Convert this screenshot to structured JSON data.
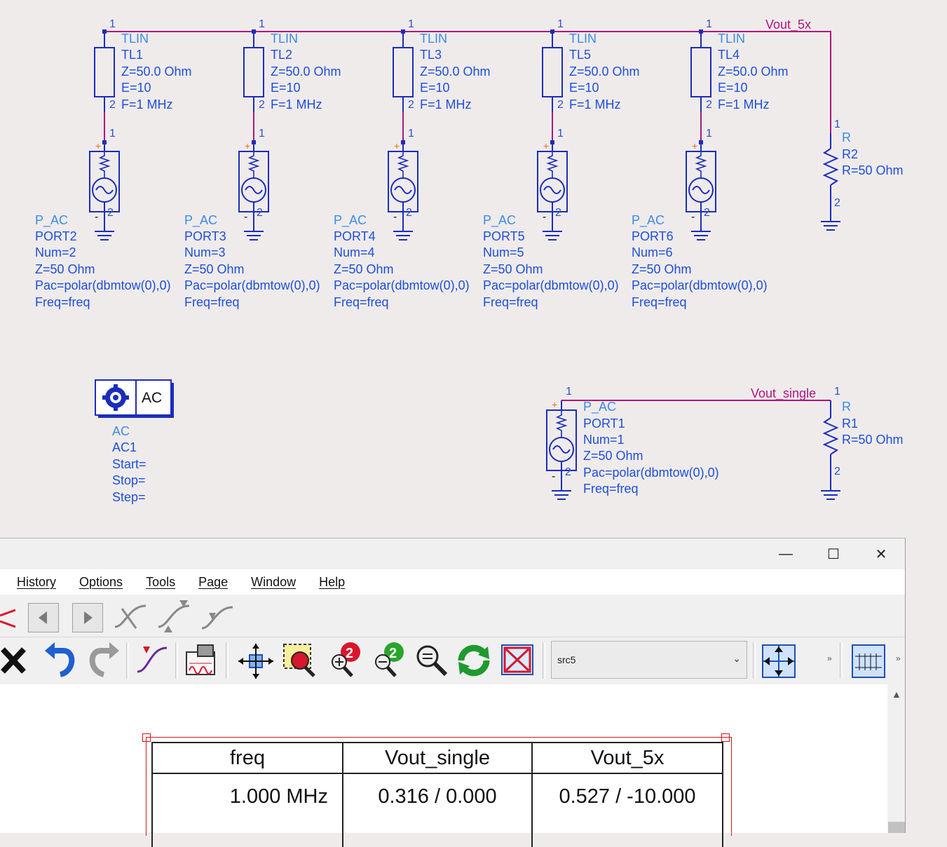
{
  "schematic": {
    "tlines": [
      {
        "type": "TLIN",
        "name": "TL1",
        "z": "Z=50.0 Ohm",
        "e": "E=10",
        "f": "F=1 MHz"
      },
      {
        "type": "TLIN",
        "name": "TL2",
        "z": "Z=50.0 Ohm",
        "e": "E=10",
        "f": "F=1 MHz"
      },
      {
        "type": "TLIN",
        "name": "TL3",
        "z": "Z=50.0 Ohm",
        "e": "E=10",
        "f": "F=1 MHz"
      },
      {
        "type": "TLIN",
        "name": "TL5",
        "z": "Z=50.0 Ohm",
        "e": "E=10",
        "f": "F=1 MHz"
      },
      {
        "type": "TLIN",
        "name": "TL4",
        "z": "Z=50.0 Ohm",
        "e": "E=10",
        "f": "F=1 MHz"
      }
    ],
    "ports": [
      {
        "type": "P_AC",
        "name": "PORT2",
        "num": "Num=2",
        "z": "Z=50 Ohm",
        "pac": "Pac=polar(dbmtow(0),0)",
        "freq": "Freq=freq"
      },
      {
        "type": "P_AC",
        "name": "PORT3",
        "num": "Num=3",
        "z": "Z=50 Ohm",
        "pac": "Pac=polar(dbmtow(0),0)",
        "freq": "Freq=freq"
      },
      {
        "type": "P_AC",
        "name": "PORT4",
        "num": "Num=4",
        "z": "Z=50 Ohm",
        "pac": "Pac=polar(dbmtow(0),0)",
        "freq": "Freq=freq"
      },
      {
        "type": "P_AC",
        "name": "PORT5",
        "num": "Num=5",
        "z": "Z=50 Ohm",
        "pac": "Pac=polar(dbmtow(0),0)",
        "freq": "Freq=freq"
      },
      {
        "type": "P_AC",
        "name": "PORT6",
        "num": "Num=6",
        "z": "Z=50 Ohm",
        "pac": "Pac=polar(dbmtow(0),0)",
        "freq": "Freq=freq"
      }
    ],
    "port1": {
      "type": "P_AC",
      "name": "PORT1",
      "num": "Num=1",
      "z": "Z=50 Ohm",
      "pac": "Pac=polar(dbmtow(0),0)",
      "freq": "Freq=freq"
    },
    "r2": {
      "type": "R",
      "name": "R2",
      "value": "R=50 Ohm"
    },
    "r1": {
      "type": "R",
      "name": "R1",
      "value": "R=50 Ohm"
    },
    "ac": {
      "icon_label": "AC",
      "type": "AC",
      "name": "AC1",
      "start": "Start=",
      "stop": "Stop=",
      "step": "Step="
    },
    "nets": {
      "vout_5x": "Vout_5x",
      "vout_single": "Vout_single"
    },
    "pin_labels": {
      "one": "1",
      "two": "2"
    },
    "polarity": {
      "plus": "+",
      "minus": "-"
    }
  },
  "window": {
    "controls": {
      "minimize": "—",
      "maximize": "☐",
      "close": "✕"
    },
    "menu": [
      "History",
      "Options",
      "Tools",
      "Page",
      "Window",
      "Help"
    ],
    "source_combo": "src5",
    "table": {
      "headers": [
        "freq",
        "Vout_single",
        "Vout_5x"
      ],
      "rows": [
        [
          "1.000 MHz",
          "0.316 / 0.000",
          "0.527 / -10.000"
        ]
      ]
    }
  }
}
